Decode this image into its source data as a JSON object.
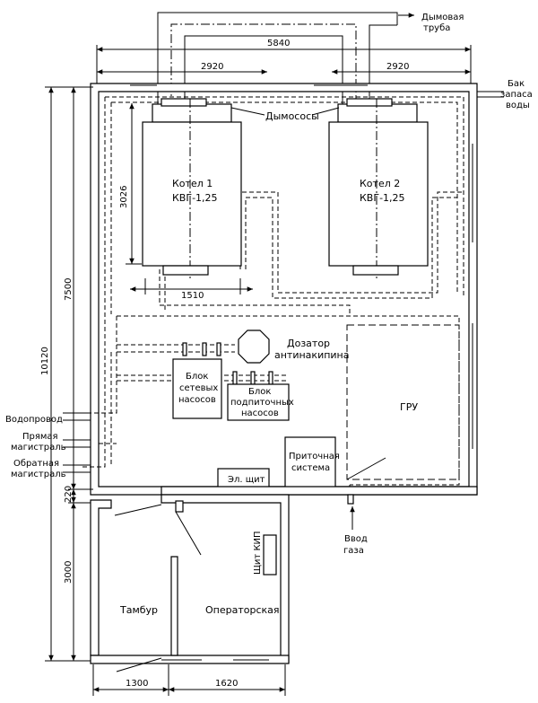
{
  "labels": {
    "chimney": [
      "Дымовая",
      "труба"
    ],
    "tank": [
      "Бак",
      "запаса",
      "воды"
    ],
    "smoke_fans": "Дымососы",
    "boiler1": [
      "Котел 1",
      "КВГ-1,25"
    ],
    "boiler2": [
      "Котел 2",
      "КВГ-1,25"
    ],
    "dosator": [
      "Дозатор",
      "антинакипина"
    ],
    "network_pumps": [
      "Блок",
      "сетевых",
      "насосов"
    ],
    "makeup_pumps": [
      "Блок",
      "подпиточных",
      "насосов"
    ],
    "gru": "ГРУ",
    "water_supply": "Водопровод",
    "forward_main": [
      "Прямая",
      "магистраль"
    ],
    "return_main": [
      "Обратная",
      "магистраль"
    ],
    "supply_system": [
      "Приточная",
      "система"
    ],
    "el_panel": "Эл. щит",
    "kip_panel": "Щит КИП",
    "gas_input": [
      "Ввод",
      "газа"
    ],
    "vestibule": "Тамбур",
    "operator_room": "Операторская"
  },
  "dimensions": {
    "total_width": "5840",
    "half_left": "2920",
    "half_right": "2920",
    "boiler_height": "3026",
    "boiler_gap": "1510",
    "height_main": "7500",
    "height_total": "10120",
    "wall_gap": "220",
    "height_lower": "3000",
    "bottom_left": "1300",
    "bottom_right": "1620"
  }
}
